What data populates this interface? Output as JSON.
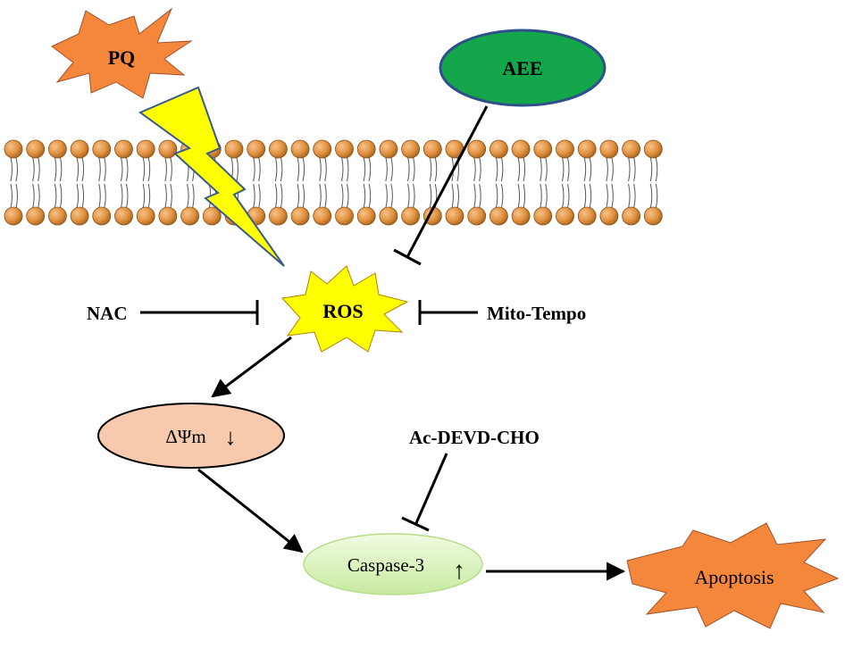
{
  "nodes": {
    "pq": "PQ",
    "aee": "AEE",
    "ros": "ROS",
    "nac": "NAC",
    "mito_tempo": "Mito-Tempo",
    "delta_psi": "ΔΨm",
    "delta_psi_change": "↓",
    "ac_devd_cho": "Ac-DEVD-CHO",
    "caspase3": "Caspase-3",
    "caspase3_change": "↑",
    "apoptosis": "Apoptosis"
  },
  "colors": {
    "pq_fill": "#f4873a",
    "aee_fill": "#13a64a",
    "aee_stroke": "#2e4f8a",
    "lightning_fill": "#ffff00",
    "ros_fill": "#ffff00",
    "delta_psi_fill": "#f7c9ad",
    "caspase_fill": "#d8f2b2",
    "apoptosis_fill": "#f4873a",
    "lipid_head": "#e0913f"
  },
  "icons": {
    "membrane": "lipid-bilayer-icon",
    "lightning": "lightning-bolt-icon"
  }
}
